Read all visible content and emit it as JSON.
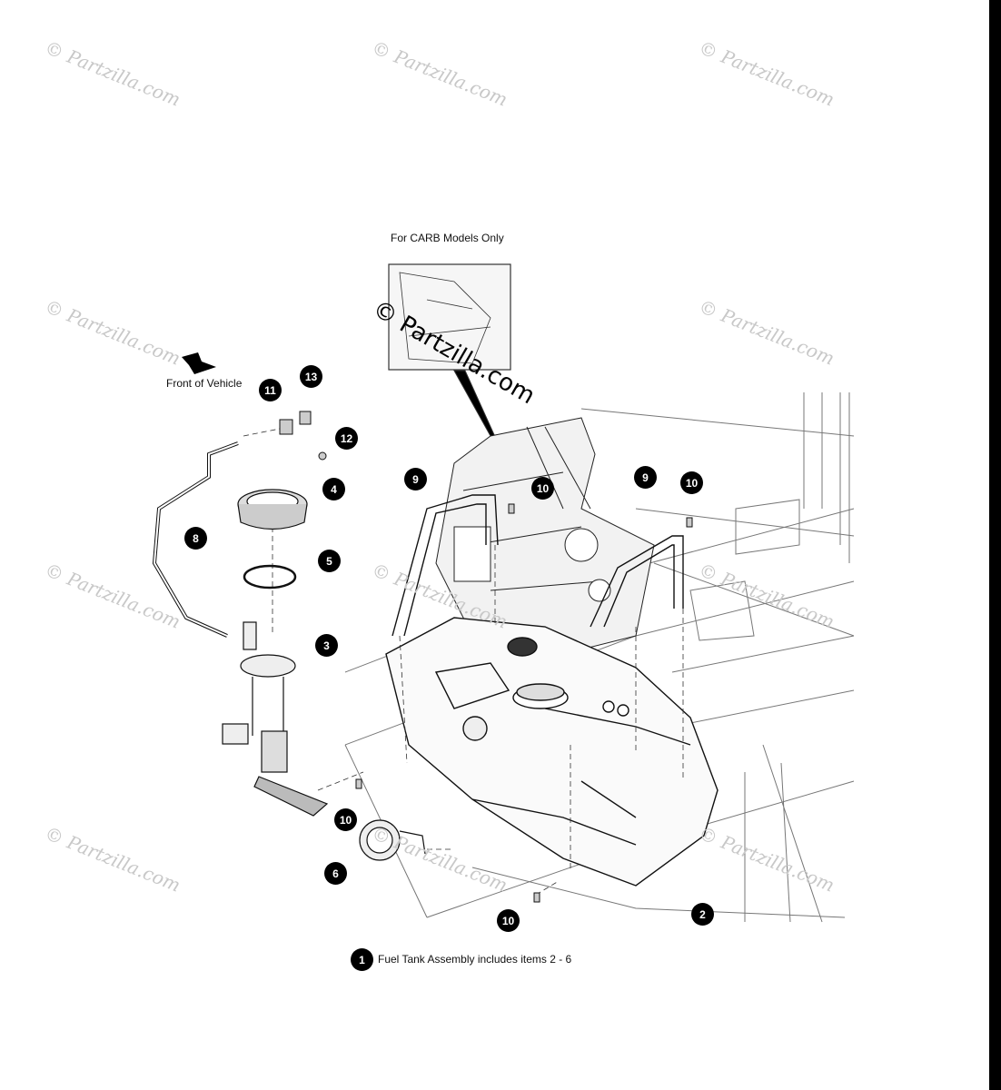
{
  "carb_note": "For CARB Models Only",
  "front_label": "Front of Vehicle",
  "watermark": "© Partzilla.com",
  "footnote": {
    "number": "1",
    "text": "Fuel Tank Assembly includes items 2 - 6"
  },
  "callouts": [
    {
      "id": "c13",
      "number": "13"
    },
    {
      "id": "c11",
      "number": "11"
    },
    {
      "id": "c12",
      "number": "12"
    },
    {
      "id": "c4",
      "number": "4"
    },
    {
      "id": "c8",
      "number": "8"
    },
    {
      "id": "c5",
      "number": "5"
    },
    {
      "id": "c3",
      "number": "3"
    },
    {
      "id": "c9a",
      "number": "9"
    },
    {
      "id": "c10a",
      "number": "10"
    },
    {
      "id": "c9b",
      "number": "9"
    },
    {
      "id": "c10b",
      "number": "10"
    },
    {
      "id": "c10c",
      "number": "10"
    },
    {
      "id": "c6",
      "number": "6"
    },
    {
      "id": "c2",
      "number": "2"
    },
    {
      "id": "c10d",
      "number": "10"
    }
  ],
  "colors": {
    "ink": "#000000",
    "line": "#222222",
    "watermark": "#c8c8c8",
    "frame": "#777777"
  }
}
